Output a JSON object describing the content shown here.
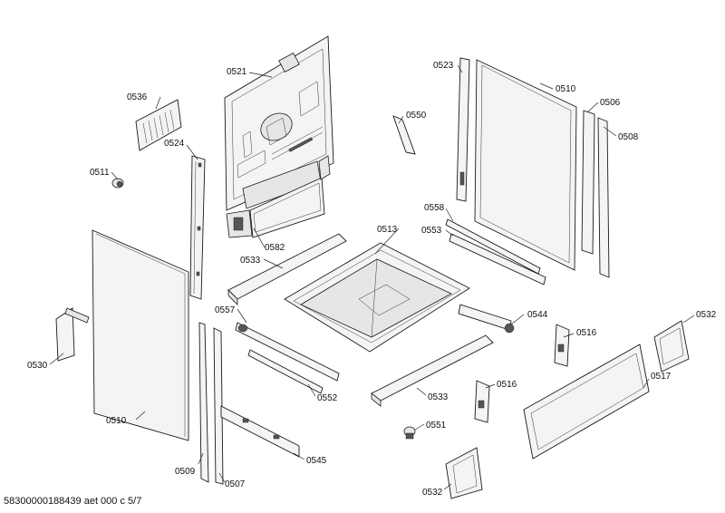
{
  "footer": "58300000188439 aet 000 c 5/7",
  "labels": {
    "p0521": "0521",
    "p0536": "0536",
    "p0524": "0524",
    "p0511": "0511",
    "p0582": "0582",
    "p0533a": "0533",
    "p0513": "0513",
    "p0523": "0523",
    "p0510a": "0510",
    "p0550": "0550",
    "p0506": "0506",
    "p0508": "0508",
    "p0558": "0558",
    "p0553": "0553",
    "p0544": "0544",
    "p0557": "0557",
    "p0552": "0552",
    "p0530": "0530",
    "p0510b": "0510",
    "p0509": "0509",
    "p0507": "0507",
    "p0545": "0545",
    "p0533b": "0533",
    "p0516a": "0516",
    "p0516b": "0516",
    "p0551": "0551",
    "p0532a": "0532",
    "p0532b": "0532",
    "p0517": "0517"
  }
}
